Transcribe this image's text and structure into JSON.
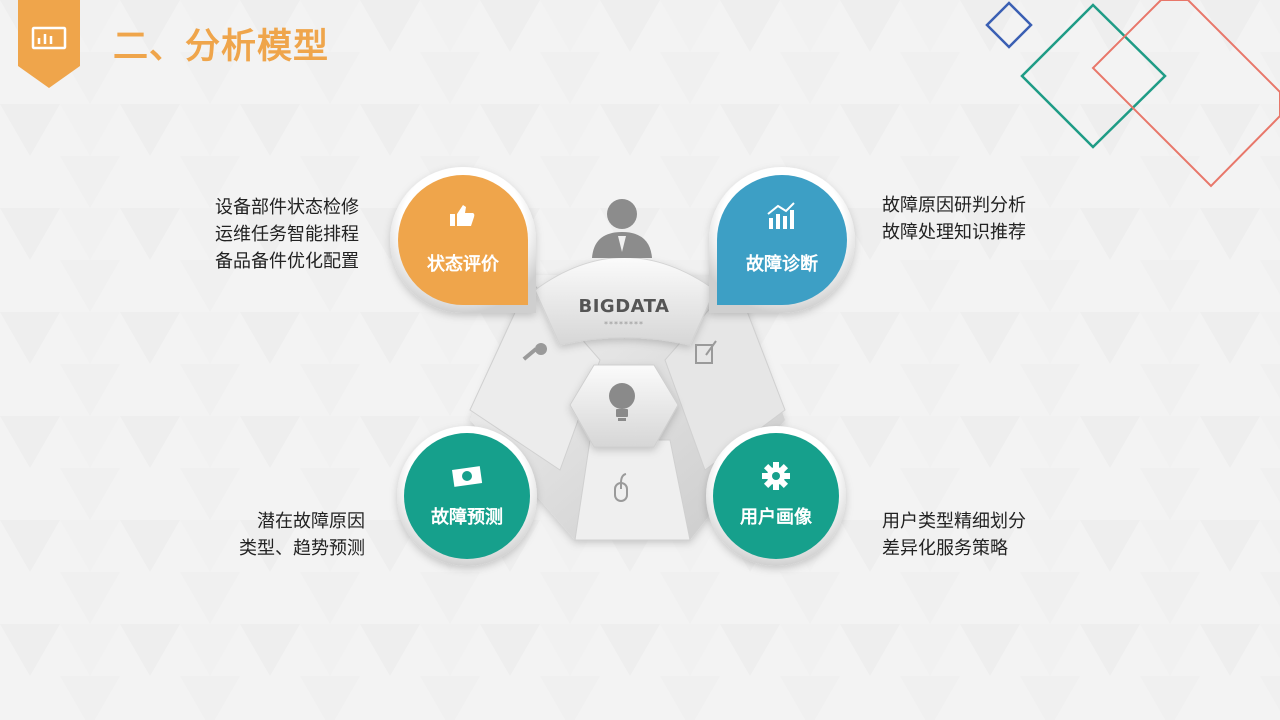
{
  "title": "二、分析模型",
  "center": {
    "label": "BIGDATA",
    "sublabel": "********"
  },
  "nodes": [
    {
      "label": "状态评价",
      "icon": "thumbs-up-icon",
      "color": "#efa54b"
    },
    {
      "label": "故障诊断",
      "icon": "growth-chart-icon",
      "color": "#3c9fc5"
    },
    {
      "label": "故障预测",
      "icon": "money-bill-icon",
      "color": "#17a08c"
    },
    {
      "label": "用户画像",
      "icon": "gear-icon",
      "color": "#17a08c"
    }
  ],
  "descriptions": {
    "top_left": [
      "设备部件状态检修",
      "运维任务智能排程",
      "备品备件优化配置"
    ],
    "top_right": [
      "故障原因研判分析",
      "故障处理知识推荐"
    ],
    "bottom_left": [
      "潜在故障原因",
      "类型、趋势预测"
    ],
    "bottom_right": [
      "用户类型精细划分",
      "差异化服务策略"
    ]
  },
  "colors": {
    "accent_orange": "#efa54b",
    "accent_blue": "#3c9fc5",
    "accent_teal": "#17a08c",
    "deco_blue": "#3a5fb3",
    "deco_green": "#1f9c86",
    "deco_red": "#e8776a"
  }
}
